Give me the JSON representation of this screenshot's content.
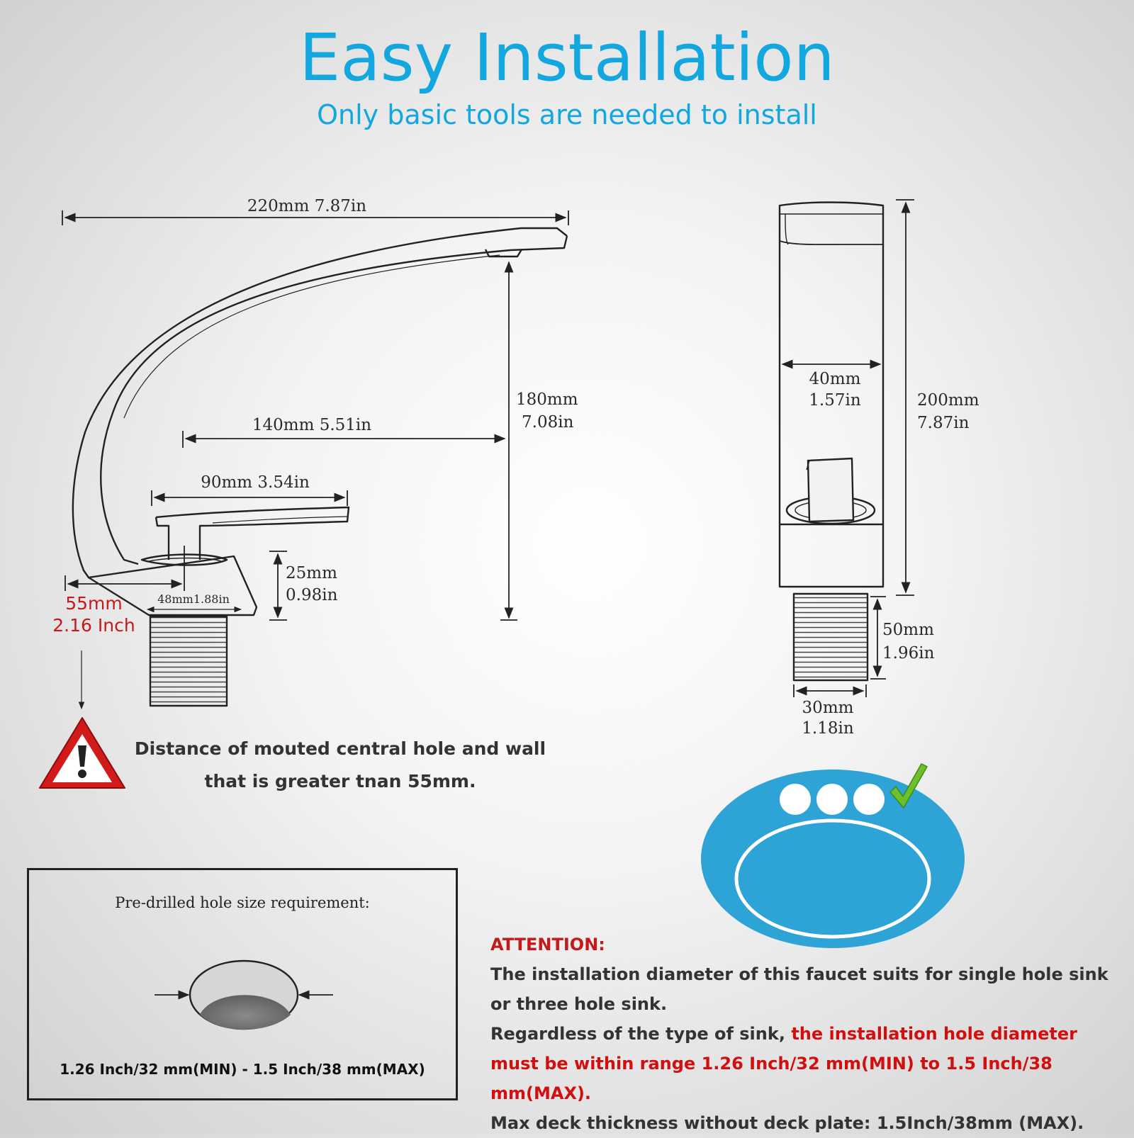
{
  "header": {
    "title": "Easy Installation",
    "subtitle": "Only basic tools are needed to install"
  },
  "side_view": {
    "width_total": "220mm  7.87in",
    "height": [
      "180mm",
      "7.08in"
    ],
    "reach": "140mm  5.51in",
    "handle_length": "90mm 3.54in",
    "base_height": [
      "25mm",
      "0.98in"
    ],
    "base_width": "48mm1.88in",
    "wall_distance": [
      "55mm",
      "2.16 Inch"
    ]
  },
  "front_view": {
    "body_width": [
      "40mm",
      "1.57in"
    ],
    "body_height": [
      "200mm",
      "7.87in"
    ],
    "shank_length": [
      "50mm",
      "1.96in"
    ],
    "shank_diameter": [
      "30mm",
      "1.18in"
    ]
  },
  "warning": {
    "icon": "warning-triangle-icon",
    "line1": "Distance of mouted central hole and wall",
    "line2": "that is greater tnan 55mm."
  },
  "hole_requirement": {
    "title": "Pre-drilled hole size requirement:",
    "range": "1.26 Inch/32 mm(MIN) - 1.5 Inch/38 mm(MAX)"
  },
  "sink": {
    "icon": "check-mark-icon",
    "color": "#2ea3d6"
  },
  "attention": {
    "title": "ATTENTION:",
    "line1": "The installation diameter of this faucet suits for single hole sink or three hole sink.",
    "line2_prefix": "Regardless of the type of sink, ",
    "line2_highlight": "the installation hole diameter must be within range 1.26 Inch/32 mm(MIN) to 1.5 Inch/38 mm(MAX).",
    "line3": "Max deck thickness without deck plate: 1.5Inch/38mm (MAX)."
  },
  "colors": {
    "title_blue": "#12a7df",
    "warning_red": "#c41a1a",
    "highlight_red": "#d20f0f"
  }
}
